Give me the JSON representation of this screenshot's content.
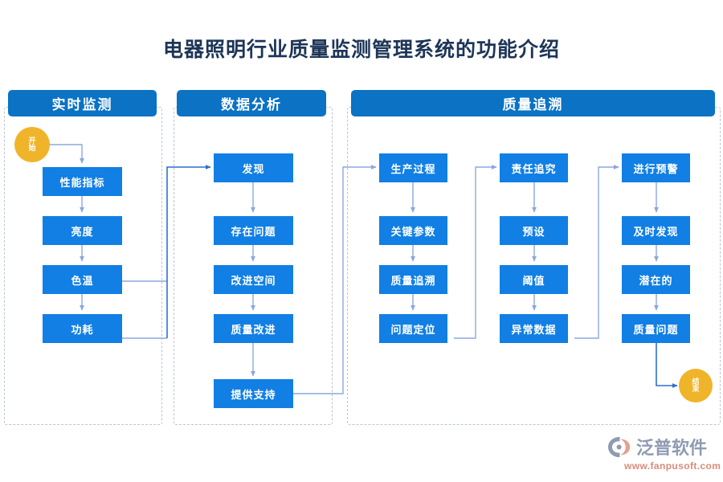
{
  "title": "电器照明行业质量监测管理系统的功能介绍",
  "colors": {
    "panel_header": "#0b72c4",
    "node": "#117fe4",
    "terminator": "#f0b42a",
    "connector_dark": "#2f6fd0",
    "connector_light": "#8ba7e0",
    "title_text": "#1d3557",
    "panel_border": "#b9c4d4",
    "logo_word": "#8e9bb3",
    "logo_url": "#d98b7a"
  },
  "panels": [
    {
      "key": "realtime",
      "header": "实时监测",
      "nodes": [
        "性能指标",
        "亮度",
        "色温",
        "功耗"
      ]
    },
    {
      "key": "analysis",
      "header": "数据分析",
      "nodes": [
        "发现",
        "存在问题",
        "改进空间",
        "质量改进",
        "提供支持"
      ]
    },
    {
      "key": "traceability",
      "header": "质量追溯",
      "columns": [
        {
          "nodes": [
            "生产过程",
            "关键参数",
            "质量追溯",
            "问题定位"
          ]
        },
        {
          "nodes": [
            "责任追究",
            "预设",
            "阈值",
            "异常数据"
          ]
        },
        {
          "nodes": [
            "进行预警",
            "及时发现",
            "潜在的",
            "质量问题"
          ]
        }
      ]
    }
  ],
  "terminators": {
    "start": {
      "line1": "开",
      "line2": "始"
    },
    "end": {
      "line1": "结",
      "line2": "束"
    }
  },
  "logo": {
    "word": "泛普软件",
    "url": "www.fanpusoft.com"
  }
}
